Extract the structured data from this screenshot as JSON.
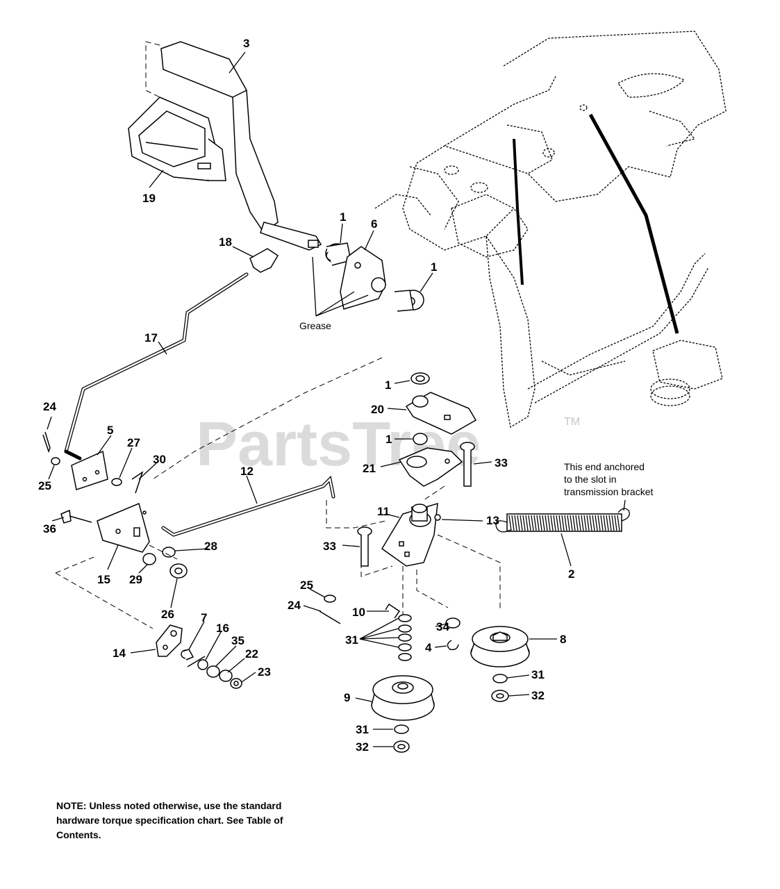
{
  "watermark": {
    "text": "PartsTree",
    "tm": "TM"
  },
  "callouts": [
    {
      "id": "c3",
      "text": "3"
    },
    {
      "id": "c19",
      "text": "19"
    },
    {
      "id": "c18",
      "text": "18"
    },
    {
      "id": "c1a",
      "text": "1"
    },
    {
      "id": "c6",
      "text": "6"
    },
    {
      "id": "c1b",
      "text": "1"
    },
    {
      "id": "c17",
      "text": "17"
    },
    {
      "id": "c1c",
      "text": "1"
    },
    {
      "id": "c20",
      "text": "20"
    },
    {
      "id": "c1d",
      "text": "1"
    },
    {
      "id": "c21",
      "text": "21"
    },
    {
      "id": "c33a",
      "text": "33"
    },
    {
      "id": "c24a",
      "text": "24"
    },
    {
      "id": "c5",
      "text": "5"
    },
    {
      "id": "c27",
      "text": "27"
    },
    {
      "id": "c30",
      "text": "30"
    },
    {
      "id": "c25a",
      "text": "25"
    },
    {
      "id": "c12",
      "text": "12"
    },
    {
      "id": "c11",
      "text": "11"
    },
    {
      "id": "c13",
      "text": "13"
    },
    {
      "id": "c33b",
      "text": "33"
    },
    {
      "id": "c36",
      "text": "36"
    },
    {
      "id": "c28",
      "text": "28"
    },
    {
      "id": "c15",
      "text": "15"
    },
    {
      "id": "c29",
      "text": "29"
    },
    {
      "id": "c26",
      "text": "26"
    },
    {
      "id": "c2",
      "text": "2"
    },
    {
      "id": "c25b",
      "text": "25"
    },
    {
      "id": "c24b",
      "text": "24"
    },
    {
      "id": "c10",
      "text": "10"
    },
    {
      "id": "c34",
      "text": "34"
    },
    {
      "id": "c8",
      "text": "8"
    },
    {
      "id": "c31a",
      "text": "31"
    },
    {
      "id": "c4",
      "text": "4"
    },
    {
      "id": "c7",
      "text": "7"
    },
    {
      "id": "c16",
      "text": "16"
    },
    {
      "id": "c35",
      "text": "35"
    },
    {
      "id": "c14",
      "text": "14"
    },
    {
      "id": "c22",
      "text": "22"
    },
    {
      "id": "c23",
      "text": "23"
    },
    {
      "id": "c31b",
      "text": "31"
    },
    {
      "id": "c32a",
      "text": "32"
    },
    {
      "id": "c9",
      "text": "9"
    },
    {
      "id": "c31c",
      "text": "31"
    },
    {
      "id": "c32b",
      "text": "32"
    }
  ],
  "annotations": {
    "grease": "Grease",
    "anchor_line1": "This end anchored",
    "anchor_line2": "to the slot in",
    "anchor_line3": "transmission bracket"
  },
  "note": "NOTE: Unless noted otherwise, use the standard hardware torque specification chart. See Table of Contents."
}
